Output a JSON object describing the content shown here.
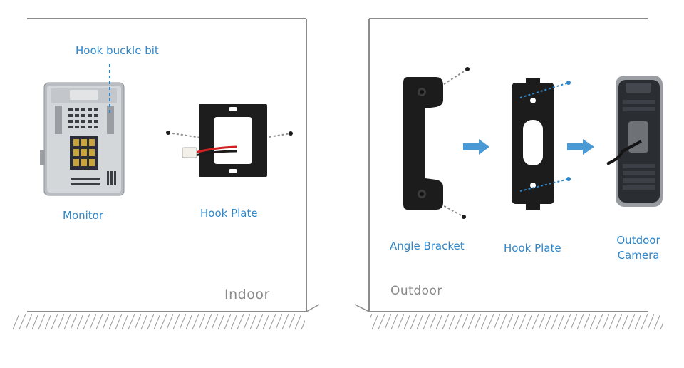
{
  "indoor": {
    "room_label": "Indoor",
    "hook_buckle_label": "Hook buckle bit",
    "monitor_label": "Monitor",
    "hook_plate_label": "Hook Plate"
  },
  "outdoor": {
    "room_label": "Outdoor",
    "angle_bracket_label": "Angle Bracket",
    "hook_plate_label": "Hook Plate",
    "camera_label_line1": "Outdoor",
    "camera_label_line2": "Camera"
  },
  "colors": {
    "accent_blue": "#2f86c9",
    "arrow_blue": "#4a9ad6",
    "wall_gray": "#8c8c8c",
    "device_black": "#1c1c1c"
  }
}
